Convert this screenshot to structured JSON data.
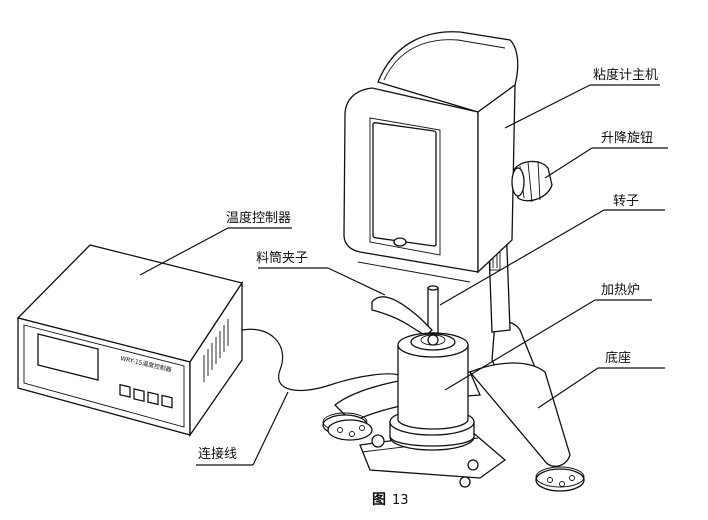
{
  "labels": {
    "viscometer_host": "粘度计主机",
    "lift_knob": "升降旋钮",
    "rotor": "转子",
    "temp_controller": "温度控制器",
    "cylinder_clamp": "料筒夹子",
    "heating_furnace": "加热炉",
    "base": "底座",
    "connecting_wire": "连接线"
  },
  "caption": {
    "prefix": "图",
    "number": "13"
  },
  "controller_panel": {
    "model_text": "WRY-15温度控制器"
  }
}
